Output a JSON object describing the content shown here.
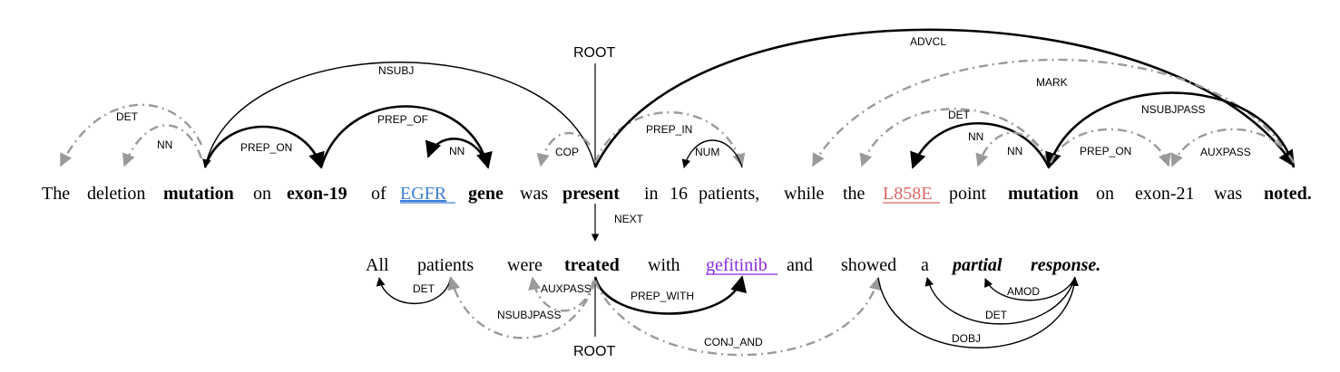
{
  "colors": {
    "text": "#000000",
    "dashed_arc": "#9a9a9a",
    "gene_link": "#3b7dd8",
    "mutation_link": "#e06666",
    "drug_link": "#8a2be2"
  },
  "sentence1": {
    "words": [
      {
        "text": "The"
      },
      {
        "text": "deletion"
      },
      {
        "text": "mutation",
        "bold": true
      },
      {
        "text": "on"
      },
      {
        "text": "exon-19",
        "bold": true
      },
      {
        "text": "of"
      },
      {
        "text": "EGFR",
        "color": "#3b7dd8",
        "underline": true
      },
      {
        "text": "gene",
        "bold": true
      },
      {
        "text": "was"
      },
      {
        "text": "present",
        "bold": true
      },
      {
        "text": "in"
      },
      {
        "text": "16"
      },
      {
        "text": "patients,"
      },
      {
        "text": "while"
      },
      {
        "text": "the"
      },
      {
        "text": "L858E",
        "color": "#e06666",
        "underline": true
      },
      {
        "text": "point"
      },
      {
        "text": "mutation",
        "bold": true
      },
      {
        "text": "on"
      },
      {
        "text": "exon-21"
      },
      {
        "text": "was"
      },
      {
        "text": "noted.",
        "bold": true
      }
    ],
    "root_label": "ROOT",
    "arcs": [
      {
        "label": "DET",
        "style": "dash"
      },
      {
        "label": "NN",
        "style": "dash"
      },
      {
        "label": "NSUBJ",
        "style": "solid"
      },
      {
        "label": "PREP_ON",
        "style": "bold"
      },
      {
        "label": "PREP_OF",
        "style": "bold"
      },
      {
        "label": "NN",
        "style": "bold"
      },
      {
        "label": "COP",
        "style": "dash"
      },
      {
        "label": "PREP_IN",
        "style": "dash"
      },
      {
        "label": "NUM",
        "style": "solid"
      },
      {
        "label": "ADVCL",
        "style": "bold"
      },
      {
        "label": "MARK",
        "style": "dash"
      },
      {
        "label": "DET",
        "style": "dash"
      },
      {
        "label": "NN",
        "style": "bold"
      },
      {
        "label": "NN",
        "style": "dash"
      },
      {
        "label": "NSUBJPASS",
        "style": "bold"
      },
      {
        "label": "PREP_ON",
        "style": "dash"
      },
      {
        "label": "AUXPASS",
        "style": "dash"
      }
    ]
  },
  "next_label": "NEXT",
  "sentence2": {
    "words": [
      {
        "text": "All"
      },
      {
        "text": "patients"
      },
      {
        "text": "were"
      },
      {
        "text": "treated",
        "bold": true
      },
      {
        "text": "with"
      },
      {
        "text": "gefitinib",
        "color": "#8a2be2",
        "underline": true
      },
      {
        "text": "and"
      },
      {
        "text": "showed"
      },
      {
        "text": "a"
      },
      {
        "text": "partial",
        "bold": true,
        "italic": true
      },
      {
        "text": "response.",
        "bold": true,
        "italic": true
      }
    ],
    "root_label": "ROOT",
    "arcs": [
      {
        "label": "DET",
        "style": "solid"
      },
      {
        "label": "NSUBJPASS",
        "style": "dash"
      },
      {
        "label": "AUXPASS",
        "style": "dash"
      },
      {
        "label": "PREP_WITH",
        "style": "bold"
      },
      {
        "label": "CONJ_AND",
        "style": "dash"
      },
      {
        "label": "AMOD",
        "style": "solid"
      },
      {
        "label": "DET",
        "style": "solid"
      },
      {
        "label": "DOBJ",
        "style": "solid"
      }
    ]
  }
}
